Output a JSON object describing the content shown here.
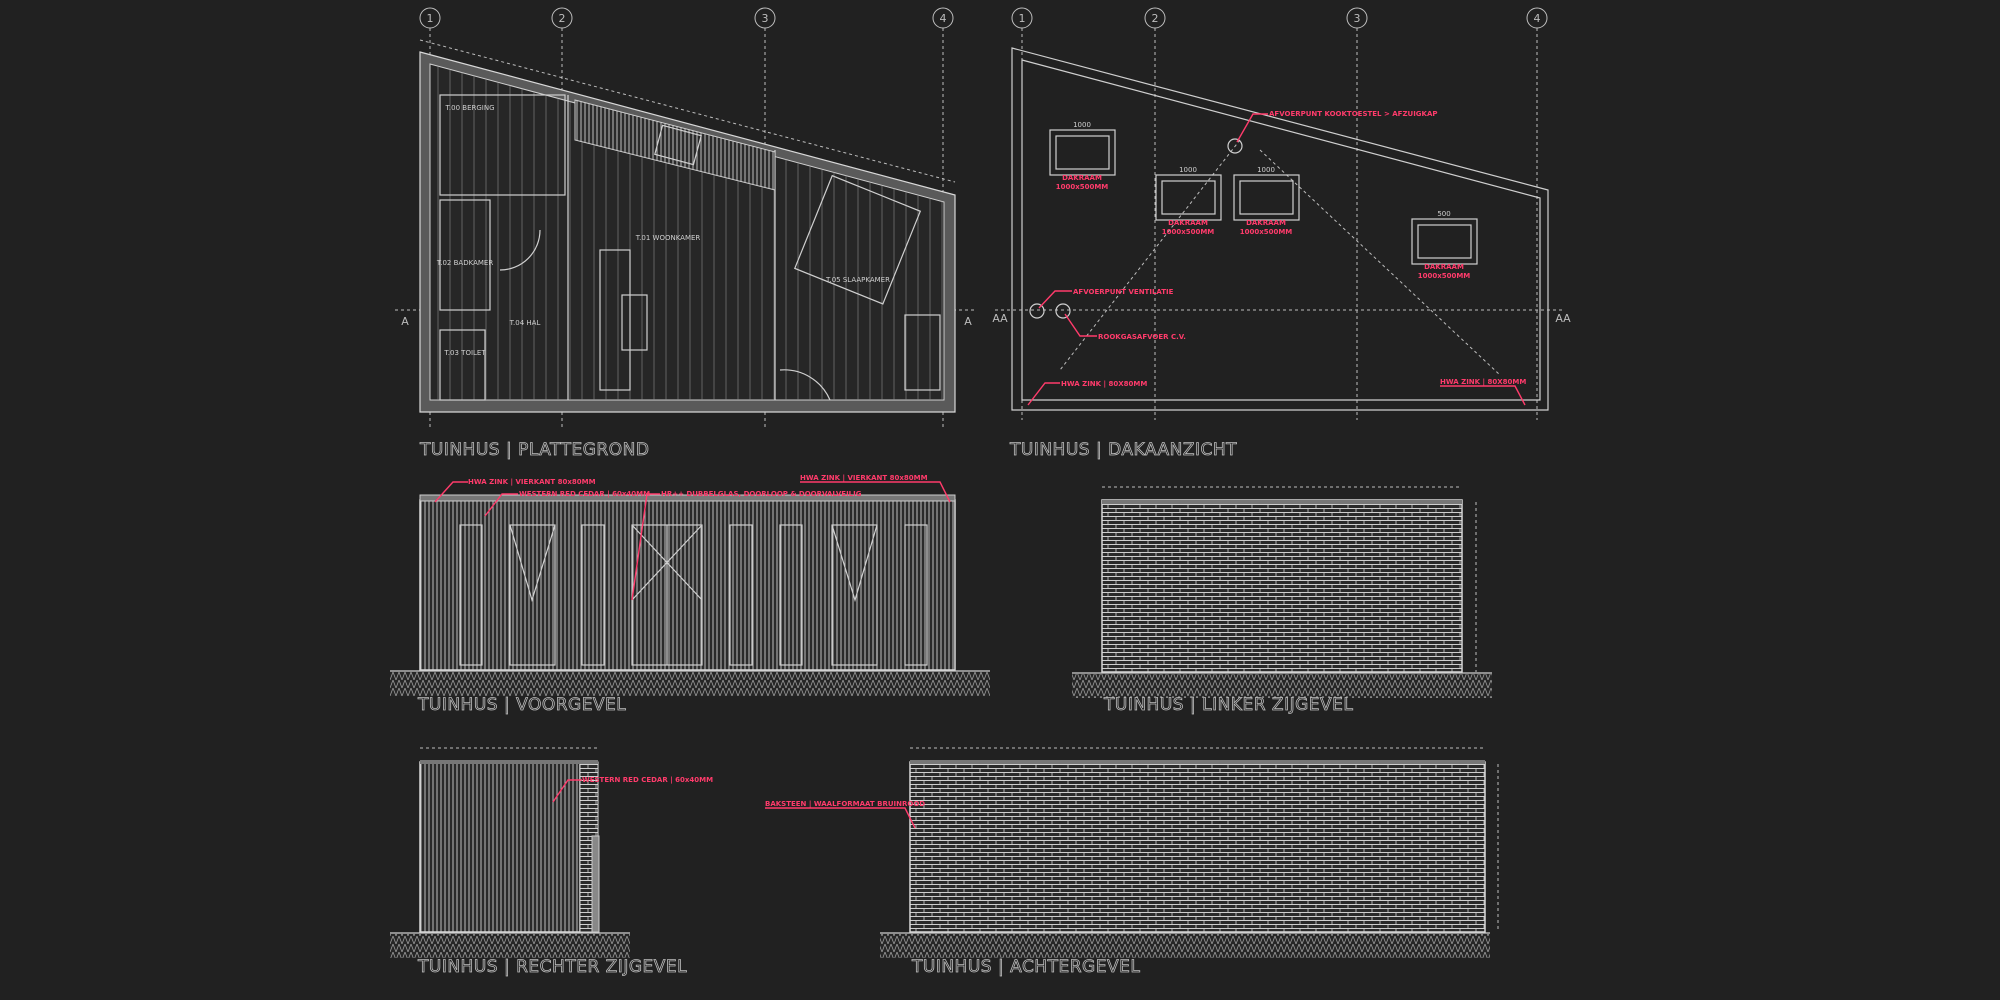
{
  "titles": {
    "plan": "TUINHUS | PLATTEGROND",
    "roof": "TUINHUS | DAKAANZICHT",
    "front": "TUINHUS | VOORGEVEL",
    "left": "TUINHUS | LINKER ZIJGEVEL",
    "right": "TUINHUS | RECHTER ZIJGEVEL",
    "rear": "TUINHUS | ACHTERGEVEL"
  },
  "grid_axes": [
    "1",
    "2",
    "3",
    "4"
  ],
  "section_mark": "A",
  "section_label": "AA",
  "plan_rooms": [
    {
      "label": "T.00 BERGING"
    },
    {
      "label": "T.02 BADKAMER"
    },
    {
      "label": "T.03 TOILET"
    },
    {
      "label": "T.04 HAL"
    },
    {
      "label": "T.01 WOONKAMER"
    },
    {
      "label": "T.05 SLAAPKAMER"
    }
  ],
  "roof_notes": {
    "afvoer_kook": "AFVOERPUNT KOOKTOESTEL > AFZUIGKAP",
    "afvoer_vent": "AFVOERPUNT VENTILATIE",
    "rookgas": "ROOKGASAFVOER C.V.",
    "hwa_left": "HWA ZINK | 80X80MM",
    "hwa_right": "HWA ZINK | 80X80MM",
    "dakraam": "DAKRAAM",
    "dakraam_size": "1000x500MM",
    "dim_w": "1000",
    "dim_h": "500"
  },
  "front_notes": {
    "hwa_left": "HWA ZINK | VIERKANT 80x80MM",
    "hwa_right": "HWA ZINK | VIERKANT 80x80MM",
    "cedar": "WESTERN RED CEDAR | 60x40MM",
    "glass": "HR++ DUBBELGLAS, DOORLOOP & DOORVALVEILIG"
  },
  "right_notes": {
    "cedar": "WESTERN RED CEDAR | 60x40MM"
  },
  "rear_notes": {
    "brick": "BAKSTEEN | WAALFORMAAT BRUINROOD"
  },
  "colors": {
    "background": "#212121",
    "line": "#cfcfcf",
    "annotation": "#ff3b6b"
  }
}
